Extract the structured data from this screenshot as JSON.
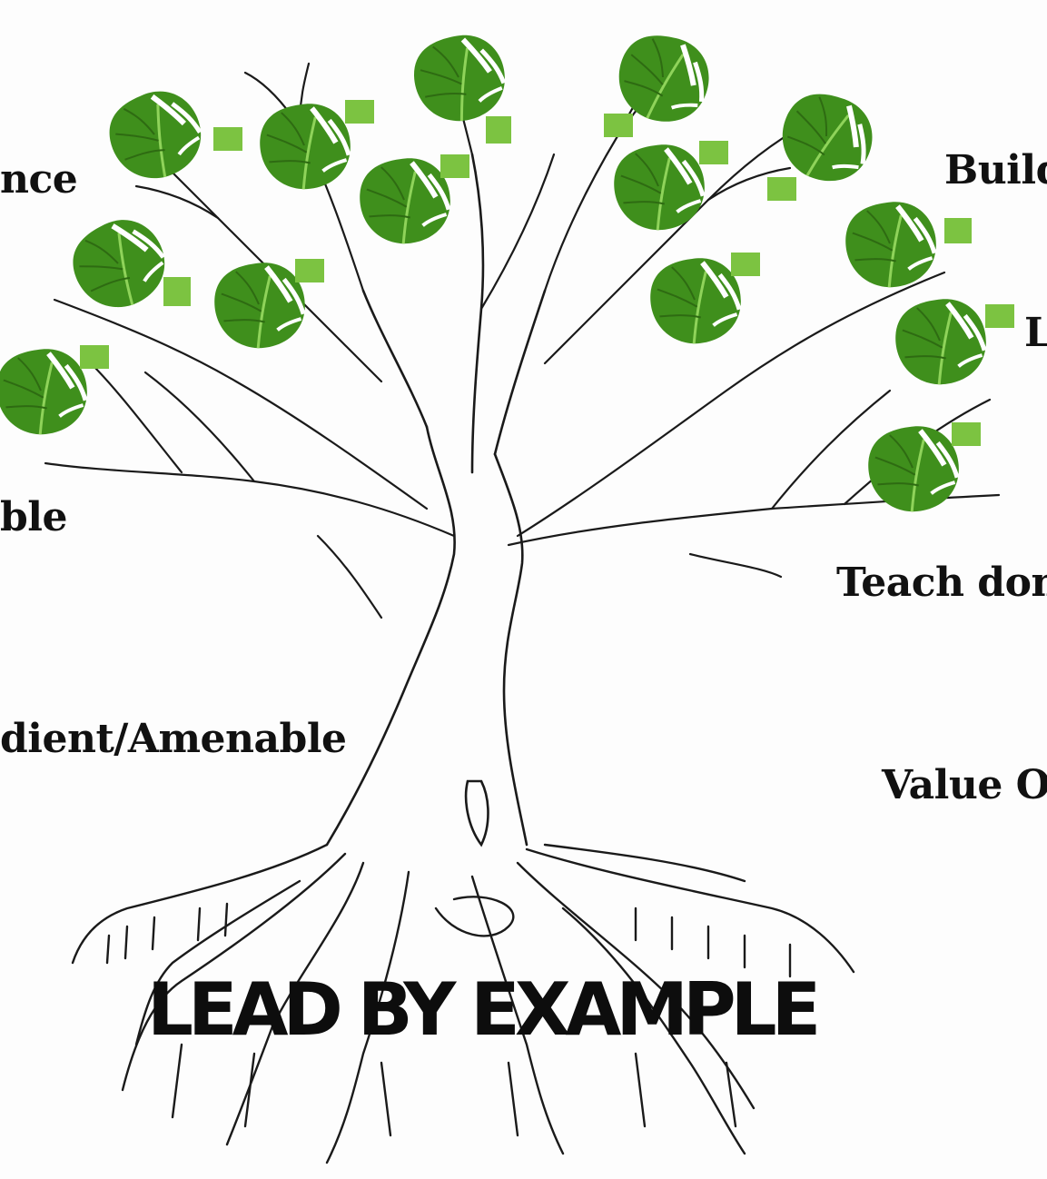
{
  "labels": {
    "top_left": "nce",
    "top_right": "Build",
    "mid_right": "L",
    "mid_left": "ble",
    "teach": "Teach don",
    "obedient": "dient/Amenable",
    "value": "Value Of",
    "root_banner": "LEAD  BY EXAMPLE"
  },
  "colors": {
    "leaf_dark": "#3f8f1c",
    "leaf_light": "#7cc341",
    "ink": "#111111"
  },
  "icons": [
    "monstera-leaf-icon"
  ]
}
